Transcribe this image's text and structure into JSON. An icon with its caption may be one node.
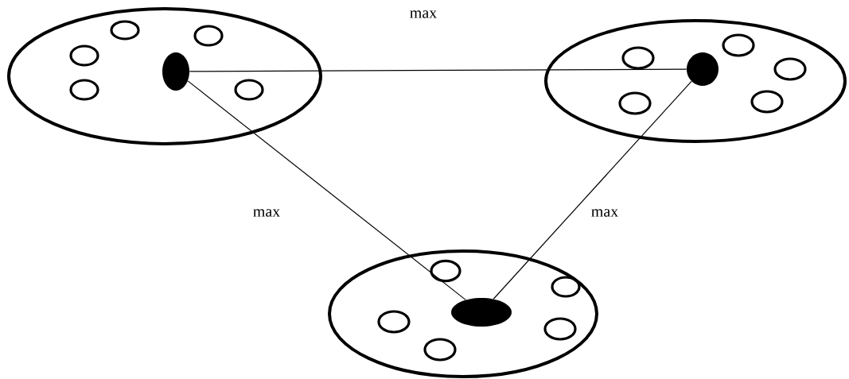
{
  "diagram": {
    "nodes": [
      {
        "text": [],
        "shape": "ellipse"
      },
      {
        "text": [],
        "shape": "dot",
        "in": 0
      },
      {
        "text": [],
        "shape": "circle",
        "in": 0
      },
      {
        "text": [],
        "shape": "circle",
        "in": 0
      },
      {
        "text": [],
        "shape": "circle",
        "in": 0
      },
      {
        "text": [],
        "shape": "circle",
        "in": 0
      },
      {
        "text": [],
        "shape": "circle",
        "in": 0
      },
      {
        "text": [],
        "shape": "ellipse"
      },
      {
        "text": [],
        "shape": "dot",
        "in": 7
      },
      {
        "text": [],
        "shape": "circle",
        "in": 7
      },
      {
        "text": [],
        "shape": "circle",
        "in": 7
      },
      {
        "text": [],
        "shape": "circle",
        "in": 7
      },
      {
        "text": [],
        "shape": "circle",
        "in": 7
      },
      {
        "text": [],
        "shape": "circle",
        "in": 7
      },
      {
        "text": [],
        "shape": "ellipse"
      },
      {
        "text": [],
        "shape": "dot",
        "in": 14
      },
      {
        "text": [],
        "shape": "circle",
        "in": 14
      },
      {
        "text": [],
        "shape": "circle",
        "in": 14
      },
      {
        "text": [],
        "shape": "circle",
        "in": 14
      },
      {
        "text": [],
        "shape": "circle",
        "in": 14
      },
      {
        "text": [],
        "shape": "circle",
        "in": 14
      }
    ],
    "edges": [
      {
        "from": 1,
        "to": 8,
        "arrow": "none",
        "label": "max"
      },
      {
        "from": 1,
        "to": 15,
        "arrow": "none",
        "label": "max"
      },
      {
        "from": 8,
        "to": 15,
        "arrow": "none",
        "label": "max"
      }
    ]
  }
}
